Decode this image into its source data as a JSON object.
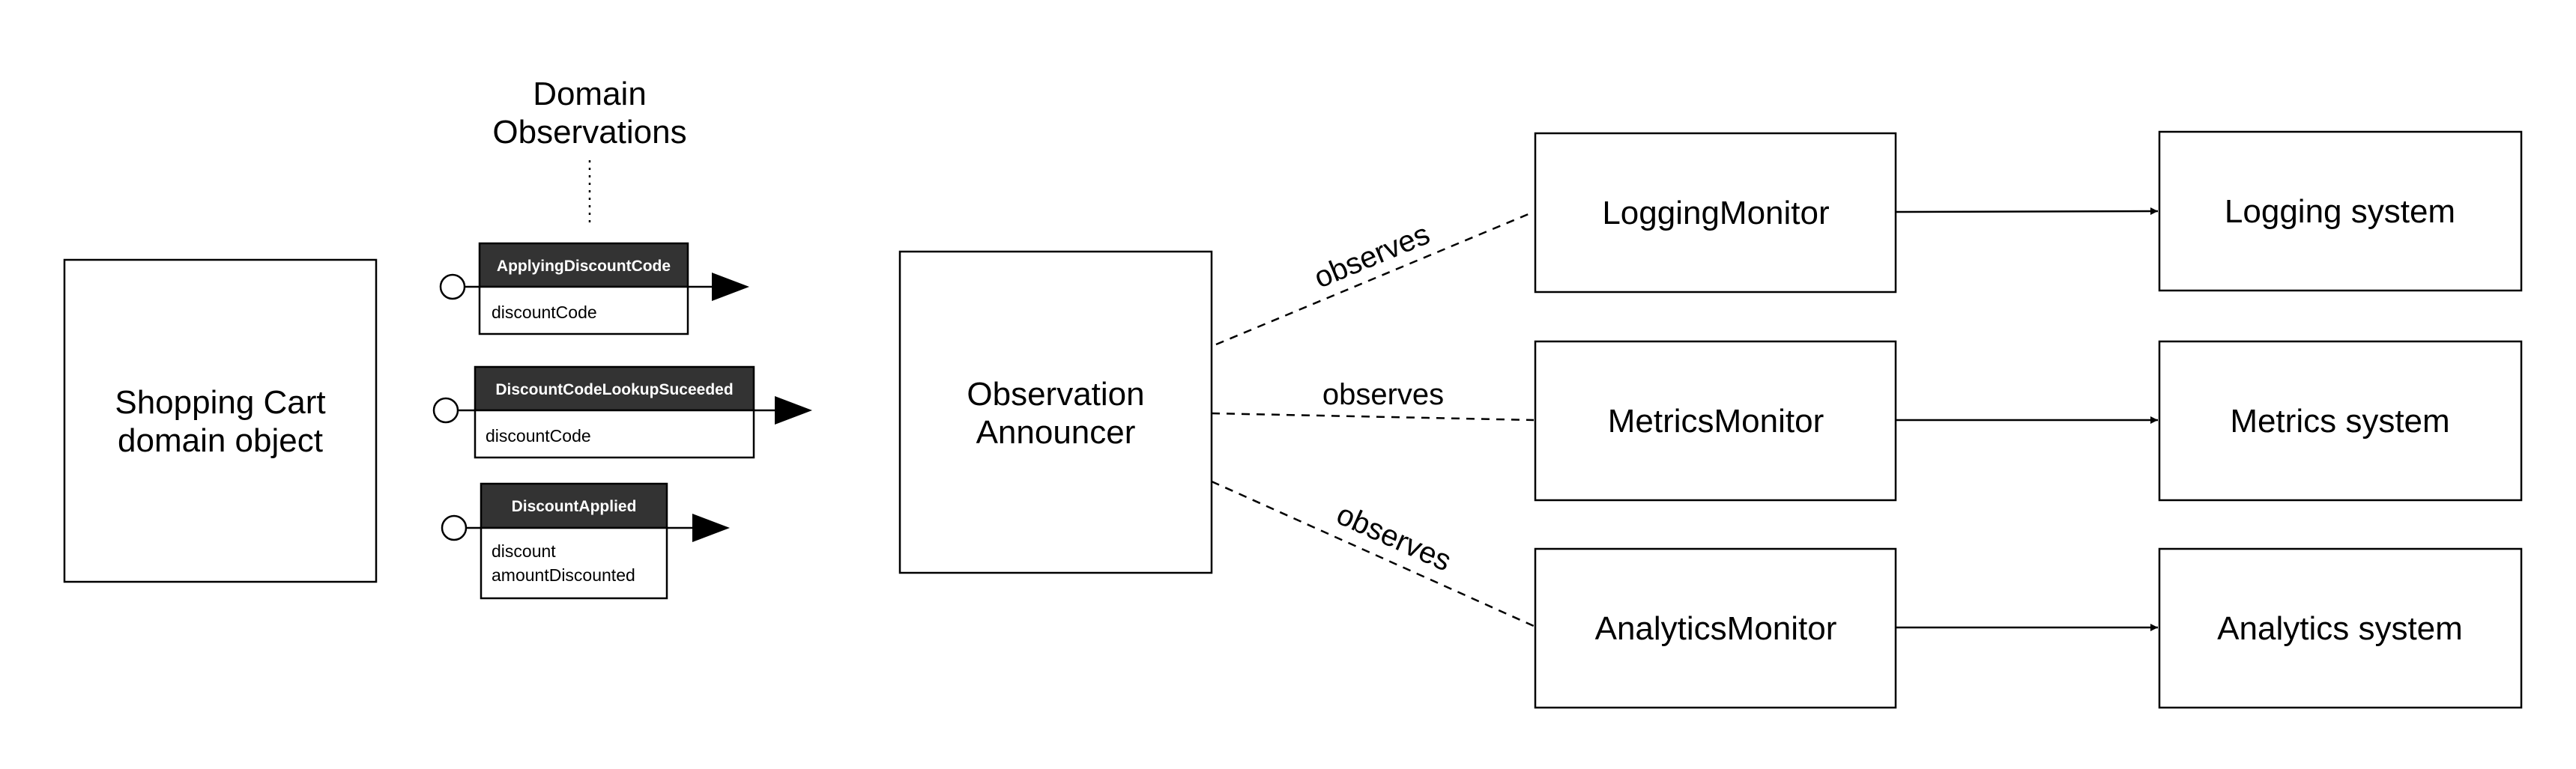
{
  "header": {
    "line1": "Domain",
    "line2": "Observations"
  },
  "source": {
    "line1": "Shopping Cart",
    "line2": "domain object"
  },
  "events": [
    {
      "name": "ApplyingDiscountCode",
      "fields": [
        "discountCode"
      ]
    },
    {
      "name": "DiscountCodeLookupSuceeded",
      "fields": [
        "discountCode"
      ]
    },
    {
      "name": "DiscountApplied",
      "fields": [
        "discount",
        "amountDiscounted"
      ]
    }
  ],
  "announcer": {
    "line1": "Observation",
    "line2": "Announcer"
  },
  "edge_label": "observes",
  "monitors": [
    {
      "name": "LoggingMonitor",
      "target": "Logging system"
    },
    {
      "name": "MetricsMonitor",
      "target": "Metrics system"
    },
    {
      "name": "AnalyticsMonitor",
      "target": "Analytics system"
    }
  ]
}
